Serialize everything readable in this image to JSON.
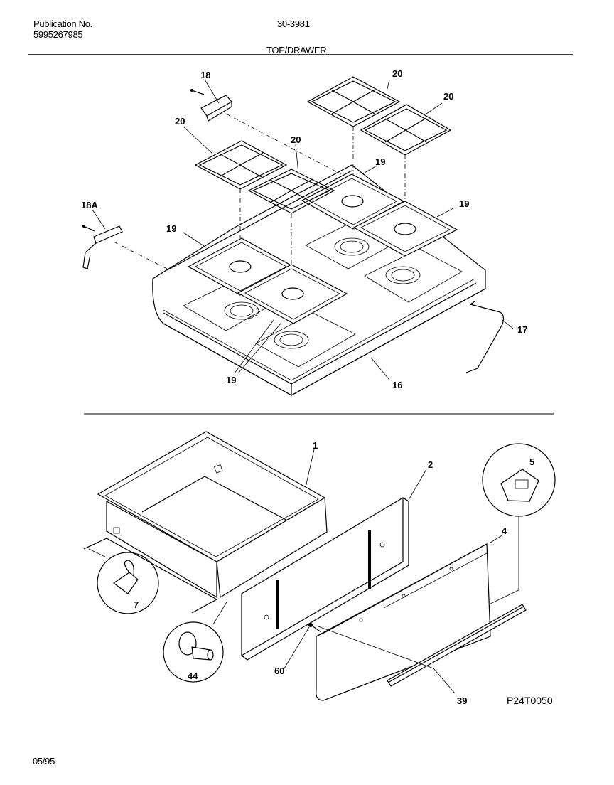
{
  "header": {
    "publication_label": "Publication No.",
    "publication_number": "5995267985",
    "model": "30-3981",
    "section_title": "TOP/DRAWER"
  },
  "footer": {
    "date": "05/95",
    "diagram_code": "P24T0050"
  },
  "callouts": {
    "c18": "18",
    "c18a": "18A",
    "c20a": "20",
    "c20b": "20",
    "c20c": "20",
    "c20d": "20",
    "c19a": "19",
    "c19b": "19",
    "c19c": "19",
    "c19d": "19",
    "c17": "17",
    "c16": "16",
    "c1": "1",
    "c2": "2",
    "c5": "5",
    "c4": "4",
    "c7": "7",
    "c44": "44",
    "c60": "60",
    "c39": "39"
  }
}
